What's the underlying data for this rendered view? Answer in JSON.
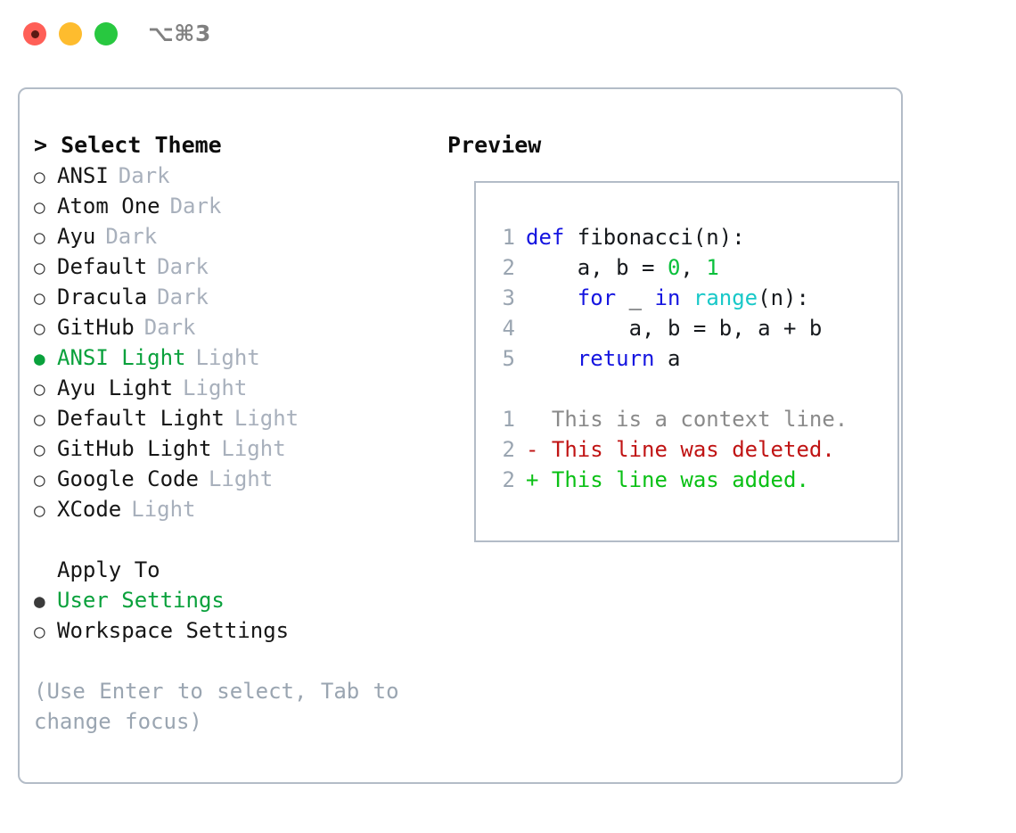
{
  "titlebar": {
    "shortcut": "⌥⌘3",
    "lights": [
      {
        "name": "close",
        "color": "#ff5f57"
      },
      {
        "name": "minimize",
        "color": "#febc2e"
      },
      {
        "name": "maximize",
        "color": "#28c840"
      }
    ]
  },
  "left": {
    "heading": "> Select Theme",
    "themes": [
      {
        "bullet": "○",
        "name": "ANSI",
        "category": "Dark",
        "selected": false
      },
      {
        "bullet": "○",
        "name": "Atom One",
        "category": "Dark",
        "selected": false
      },
      {
        "bullet": "○",
        "name": "Ayu",
        "category": "Dark",
        "selected": false
      },
      {
        "bullet": "○",
        "name": "Default",
        "category": "Dark",
        "selected": false
      },
      {
        "bullet": "○",
        "name": "Dracula",
        "category": "Dark",
        "selected": false
      },
      {
        "bullet": "○",
        "name": "GitHub",
        "category": "Dark",
        "selected": false
      },
      {
        "bullet": "●",
        "name": "ANSI Light",
        "category": "Light",
        "selected": true
      },
      {
        "bullet": "○",
        "name": "Ayu Light",
        "category": "Light",
        "selected": false
      },
      {
        "bullet": "○",
        "name": "Default Light",
        "category": "Light",
        "selected": false
      },
      {
        "bullet": "○",
        "name": "GitHub Light",
        "category": "Light",
        "selected": false
      },
      {
        "bullet": "○",
        "name": "Google Code",
        "category": "Light",
        "selected": false
      },
      {
        "bullet": "○",
        "name": "XCode",
        "category": "Light",
        "selected": false
      }
    ],
    "apply_heading": "Apply To",
    "apply_options": [
      {
        "bullet": "●",
        "label": "User Settings",
        "selected": true
      },
      {
        "bullet": "○",
        "label": "Workspace Settings",
        "selected": false
      }
    ],
    "hint": "(Use Enter to select, Tab to change focus)"
  },
  "right": {
    "heading": "Preview",
    "code_lines": [
      {
        "number": "1",
        "tokens": [
          {
            "text": "def ",
            "style": "kw"
          },
          {
            "text": "fibonacci(n):",
            "style": "txt"
          }
        ]
      },
      {
        "number": "2",
        "tokens": [
          {
            "text": "    a, b = ",
            "style": "txt"
          },
          {
            "text": "0",
            "style": "num"
          },
          {
            "text": ", ",
            "style": "txt"
          },
          {
            "text": "1",
            "style": "num"
          }
        ]
      },
      {
        "number": "3",
        "tokens": [
          {
            "text": "    ",
            "style": "txt"
          },
          {
            "text": "for",
            "style": "kw"
          },
          {
            "text": " _ ",
            "style": "txt"
          },
          {
            "text": "in",
            "style": "kw"
          },
          {
            "text": " ",
            "style": "txt"
          },
          {
            "text": "range",
            "style": "fn"
          },
          {
            "text": "(n):",
            "style": "txt"
          }
        ]
      },
      {
        "number": "4",
        "tokens": [
          {
            "text": "        a, b = b, a + b",
            "style": "txt"
          }
        ]
      },
      {
        "number": "5",
        "tokens": [
          {
            "text": "    ",
            "style": "txt"
          },
          {
            "text": "return",
            "style": "kw"
          },
          {
            "text": " a",
            "style": "txt"
          }
        ]
      }
    ],
    "diff_lines": [
      {
        "number": "1",
        "marker": "  ",
        "text": "This is a context line.",
        "style": "ctx"
      },
      {
        "number": "2",
        "marker": "- ",
        "text": "This line was deleted.",
        "style": "del"
      },
      {
        "number": "2",
        "marker": "+ ",
        "text": "This line was added.",
        "style": "add"
      }
    ]
  },
  "colors": {
    "accent_green": "#0aa13c",
    "muted_gray": "#a8b0bc",
    "hint_gray": "#9aa5b1",
    "border": "#b3bcc7",
    "keyword_blue": "#1515e0",
    "builtin_cyan": "#18c8c8",
    "number_green": "#0ac03c",
    "diff_add": "#0ac015",
    "diff_del": "#c01414",
    "text": "#161616"
  }
}
